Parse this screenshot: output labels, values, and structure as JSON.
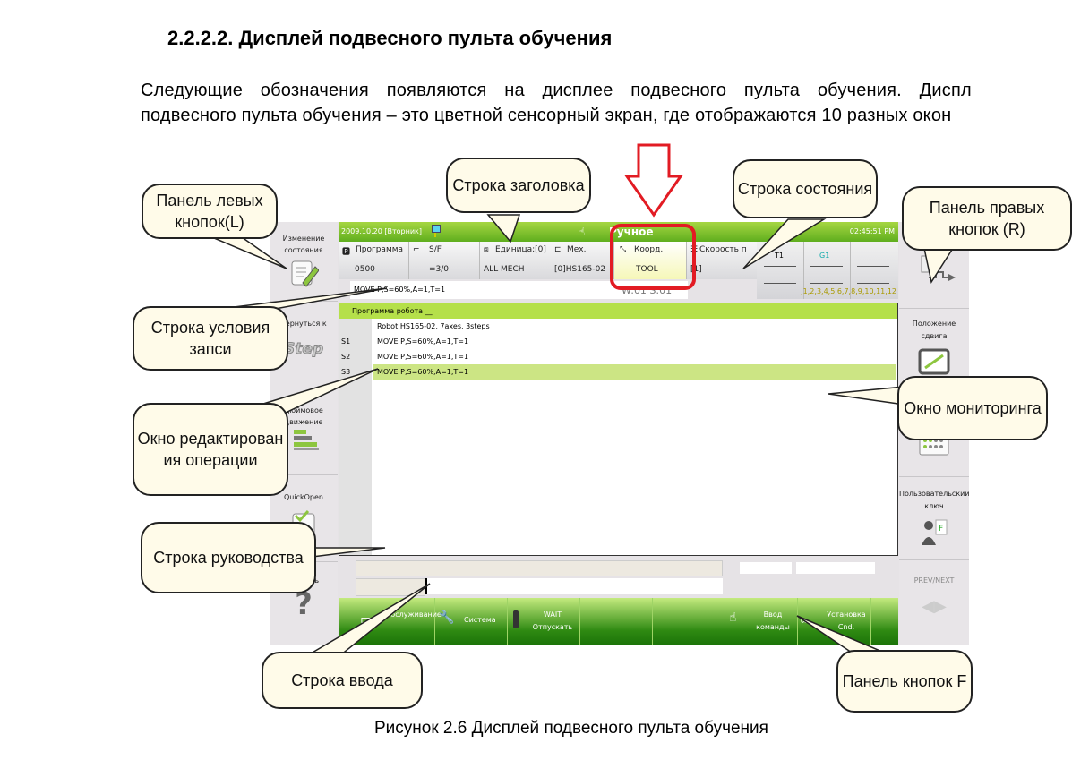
{
  "document": {
    "heading": "2.2.2.2. Дисплей подвесного пульта обучения",
    "paragraph_line1": "Следующие обозначения появляются на дисплее подвесного пульта обучения. Диспл",
    "paragraph_line2": "подвесного пульта обучения – это цветной сенсорный экран, где отображаются 10 разных окон",
    "caption": "Рисунок 2.6 Дисплей подвесного пульта обучения"
  },
  "screen": {
    "title_bar": {
      "date": "2009.10.20 [Вторник]",
      "mode": "Ручное",
      "time": "02:45:51 PM"
    },
    "info_bar": [
      {
        "label": "Программа",
        "value": "0500",
        "icon": "program-icon"
      },
      {
        "label": "S/F",
        "value": "=3/0",
        "icon": "step-icon"
      },
      {
        "label": "Единица:[0]",
        "value": "ALL MECH",
        "icon": "unit-icon"
      },
      {
        "label": "Мех.",
        "value": "[0]HS165-02",
        "icon": "mech-icon"
      },
      {
        "label": "Коорд.",
        "value": "TOOL",
        "icon": "coord-icon"
      },
      {
        "label": "Скорость п",
        "value": "[1]",
        "icon": "speed-icon"
      }
    ],
    "record_condition": "MOVE P,S=60%,A=1,T=1",
    "ws_status": "W:01 S:01",
    "monitor": {
      "t": "T1",
      "g": "G1",
      "axes": "J1,2,3,4,5,6,7,8,9,10,11,12"
    },
    "editor": {
      "header": "Программа робота __",
      "rows": [
        {
          "num": "",
          "code": "Robot:HS165-02, 7axes, 3steps"
        },
        {
          "num": "S1",
          "code": "MOVE P,S=60%,A=1,T=1"
        },
        {
          "num": "S2",
          "code": "MOVE P,S=60%,A=1,T=1"
        },
        {
          "num": "S3",
          "code": "MOVE P,S=60%,A=1,T=1",
          "selected": true
        }
      ]
    },
    "input_line": "",
    "left_buttons": [
      {
        "label": "Изменение состояния",
        "icon": "edit-icon"
      },
      {
        "label": "Вернуться к",
        "icon": "step-icon"
      },
      {
        "label": "Дюймовое движение",
        "icon": "jog-icon"
      },
      {
        "label": "QuickOpen",
        "icon": "quickopen-icon"
      },
      {
        "label": "Помощь",
        "icon": "help-icon"
      }
    ],
    "right_buttons": [
      {
        "label": "",
        "icon": "hand-step-icon"
      },
      {
        "label": "Положение сдвига",
        "icon": "shift-icon"
      },
      {
        "label": "",
        "icon": "keypad-icon"
      },
      {
        "label": "Пользовательский ключ",
        "icon": "user-key-icon"
      },
      {
        "label": "PREV/NEXT",
        "icon": "prev-next-icon"
      }
    ],
    "f_buttons": [
      {
        "label": "Обслуживание",
        "icon": "service-icon"
      },
      {
        "label": "Система",
        "icon": "system-icon"
      },
      {
        "label": "WAIT Отпускать",
        "icon": "wait-icon"
      },
      {
        "label": "",
        "icon": ""
      },
      {
        "label": "",
        "icon": ""
      },
      {
        "label": "Ввод команды",
        "icon": "command-icon"
      },
      {
        "label": "Установка Cnd.",
        "icon": "cond-icon"
      },
      {
        "label": "",
        "icon": ""
      }
    ]
  },
  "callouts": {
    "left_panel": "Панель левых кнопок(L)",
    "title_row": "Строка заголовка",
    "status_row": "Строка состояния",
    "right_panel": "Панель правых кнопок (R)",
    "record_row": "Строка условия запси",
    "edit_window": "Окно редактирован ия операции",
    "monitor_window": "Окно мониторинга",
    "guide_row": "Строка руководства",
    "input_row": "Строка ввода",
    "f_panel": "Панель кнопок F"
  },
  "colors": {
    "highlight": "#e21b23",
    "title_green": "#7cc22d",
    "selected_row": "#cce584"
  }
}
